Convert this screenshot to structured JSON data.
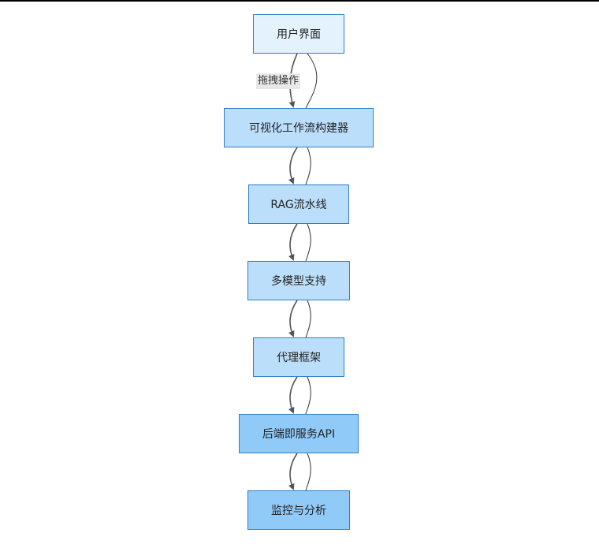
{
  "diagram": {
    "nodes": [
      {
        "id": "ui",
        "label": "用户界面",
        "fill": "#e3f2fd"
      },
      {
        "id": "builder",
        "label": "可视化工作流构建器",
        "fill": "#bbdefb"
      },
      {
        "id": "rag",
        "label": "RAG流水线",
        "fill": "#bbdefb"
      },
      {
        "id": "models",
        "label": "多模型支持",
        "fill": "#bbdefb"
      },
      {
        "id": "agent",
        "label": "代理框架",
        "fill": "#bbdefb"
      },
      {
        "id": "backend",
        "label": "后端即服务API",
        "fill": "#90caf9"
      },
      {
        "id": "monitor",
        "label": "监控与分析",
        "fill": "#90caf9"
      }
    ],
    "edges": [
      {
        "from": "ui",
        "to": "builder",
        "label": "拖拽操作"
      },
      {
        "from": "builder",
        "to": "rag",
        "label": ""
      },
      {
        "from": "rag",
        "to": "models",
        "label": ""
      },
      {
        "from": "models",
        "to": "agent",
        "label": ""
      },
      {
        "from": "agent",
        "to": "backend",
        "label": ""
      },
      {
        "from": "backend",
        "to": "monitor",
        "label": ""
      }
    ],
    "colors": {
      "border": "#2f7dc6",
      "arrow": "#555555",
      "return_line": "#333333",
      "edge_label_bg": "#e8e8e8"
    }
  }
}
